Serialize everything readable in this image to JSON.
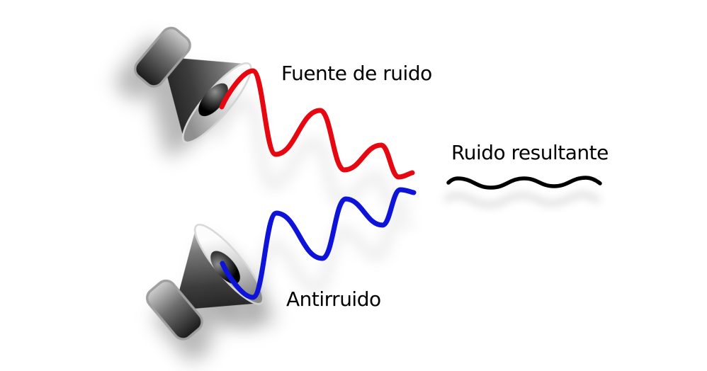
{
  "canvas": {
    "background": "#ffffff"
  },
  "labels": {
    "noise_source": "Fuente de ruido",
    "anti_noise": "Antirruido",
    "resulting_noise": "Ruido resultante"
  },
  "colors": {
    "noise_wave": "#e60711",
    "anti_noise_wave": "#0e13d9",
    "resulting_wave": "#000000",
    "text": "#000000"
  },
  "icons": {
    "top_speaker": "speaker-icon",
    "bottom_speaker": "speaker-icon"
  }
}
